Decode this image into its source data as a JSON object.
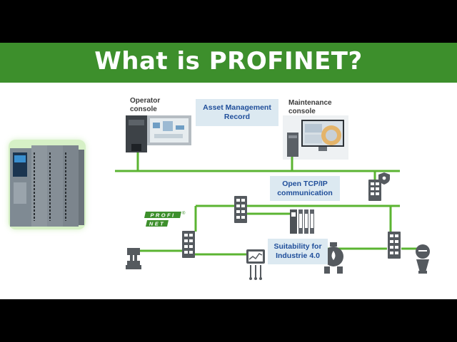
{
  "title": "What is PROFINET?",
  "labels": {
    "operator_console_line1": "Operator",
    "operator_console_line2": "console",
    "maintenance_console_line1": "Maintenance",
    "maintenance_console_line2": "console"
  },
  "callouts": {
    "asset_line1": "Asset Management",
    "asset_line2": "Record",
    "tcpip_line1": "Open TCP/IP",
    "tcpip_line2": "communication",
    "industrie_line1": "Suitability for",
    "industrie_line2": "Industrie 4.0"
  },
  "logo": {
    "row1": "PROFI",
    "row2": "NET",
    "trademark": "®"
  },
  "colors": {
    "brand_green": "#3d8f2c",
    "network_line": "#5bb432",
    "callout_bg": "#dce9f1",
    "callout_text": "#1f4e9a",
    "device_gray": "#555a5f"
  },
  "icons": [
    "plc-controller-icon",
    "operator-console-icon",
    "maintenance-console-icon",
    "network-switch-icon",
    "io-module-icon",
    "valve-icon",
    "pump-icon",
    "flow-meter-icon",
    "sensor-chart-icon"
  ]
}
